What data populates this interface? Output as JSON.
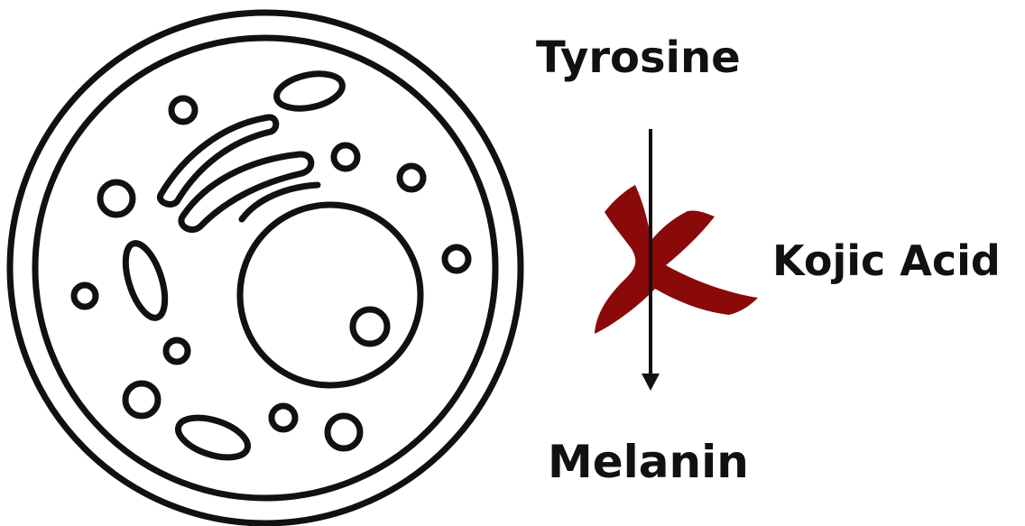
{
  "diagram": {
    "substrate_label": "Tyrosine",
    "product_label": "Melanin",
    "inhibitor_label": "Kojic Acid",
    "colors": {
      "stroke": "#111111",
      "inhibition_mark": "#8a0a0a",
      "background": "#ffffff"
    },
    "icons": {
      "cell": "cell-icon",
      "inhibition": "x-mark-icon",
      "arrow": "arrow-down-icon"
    }
  }
}
